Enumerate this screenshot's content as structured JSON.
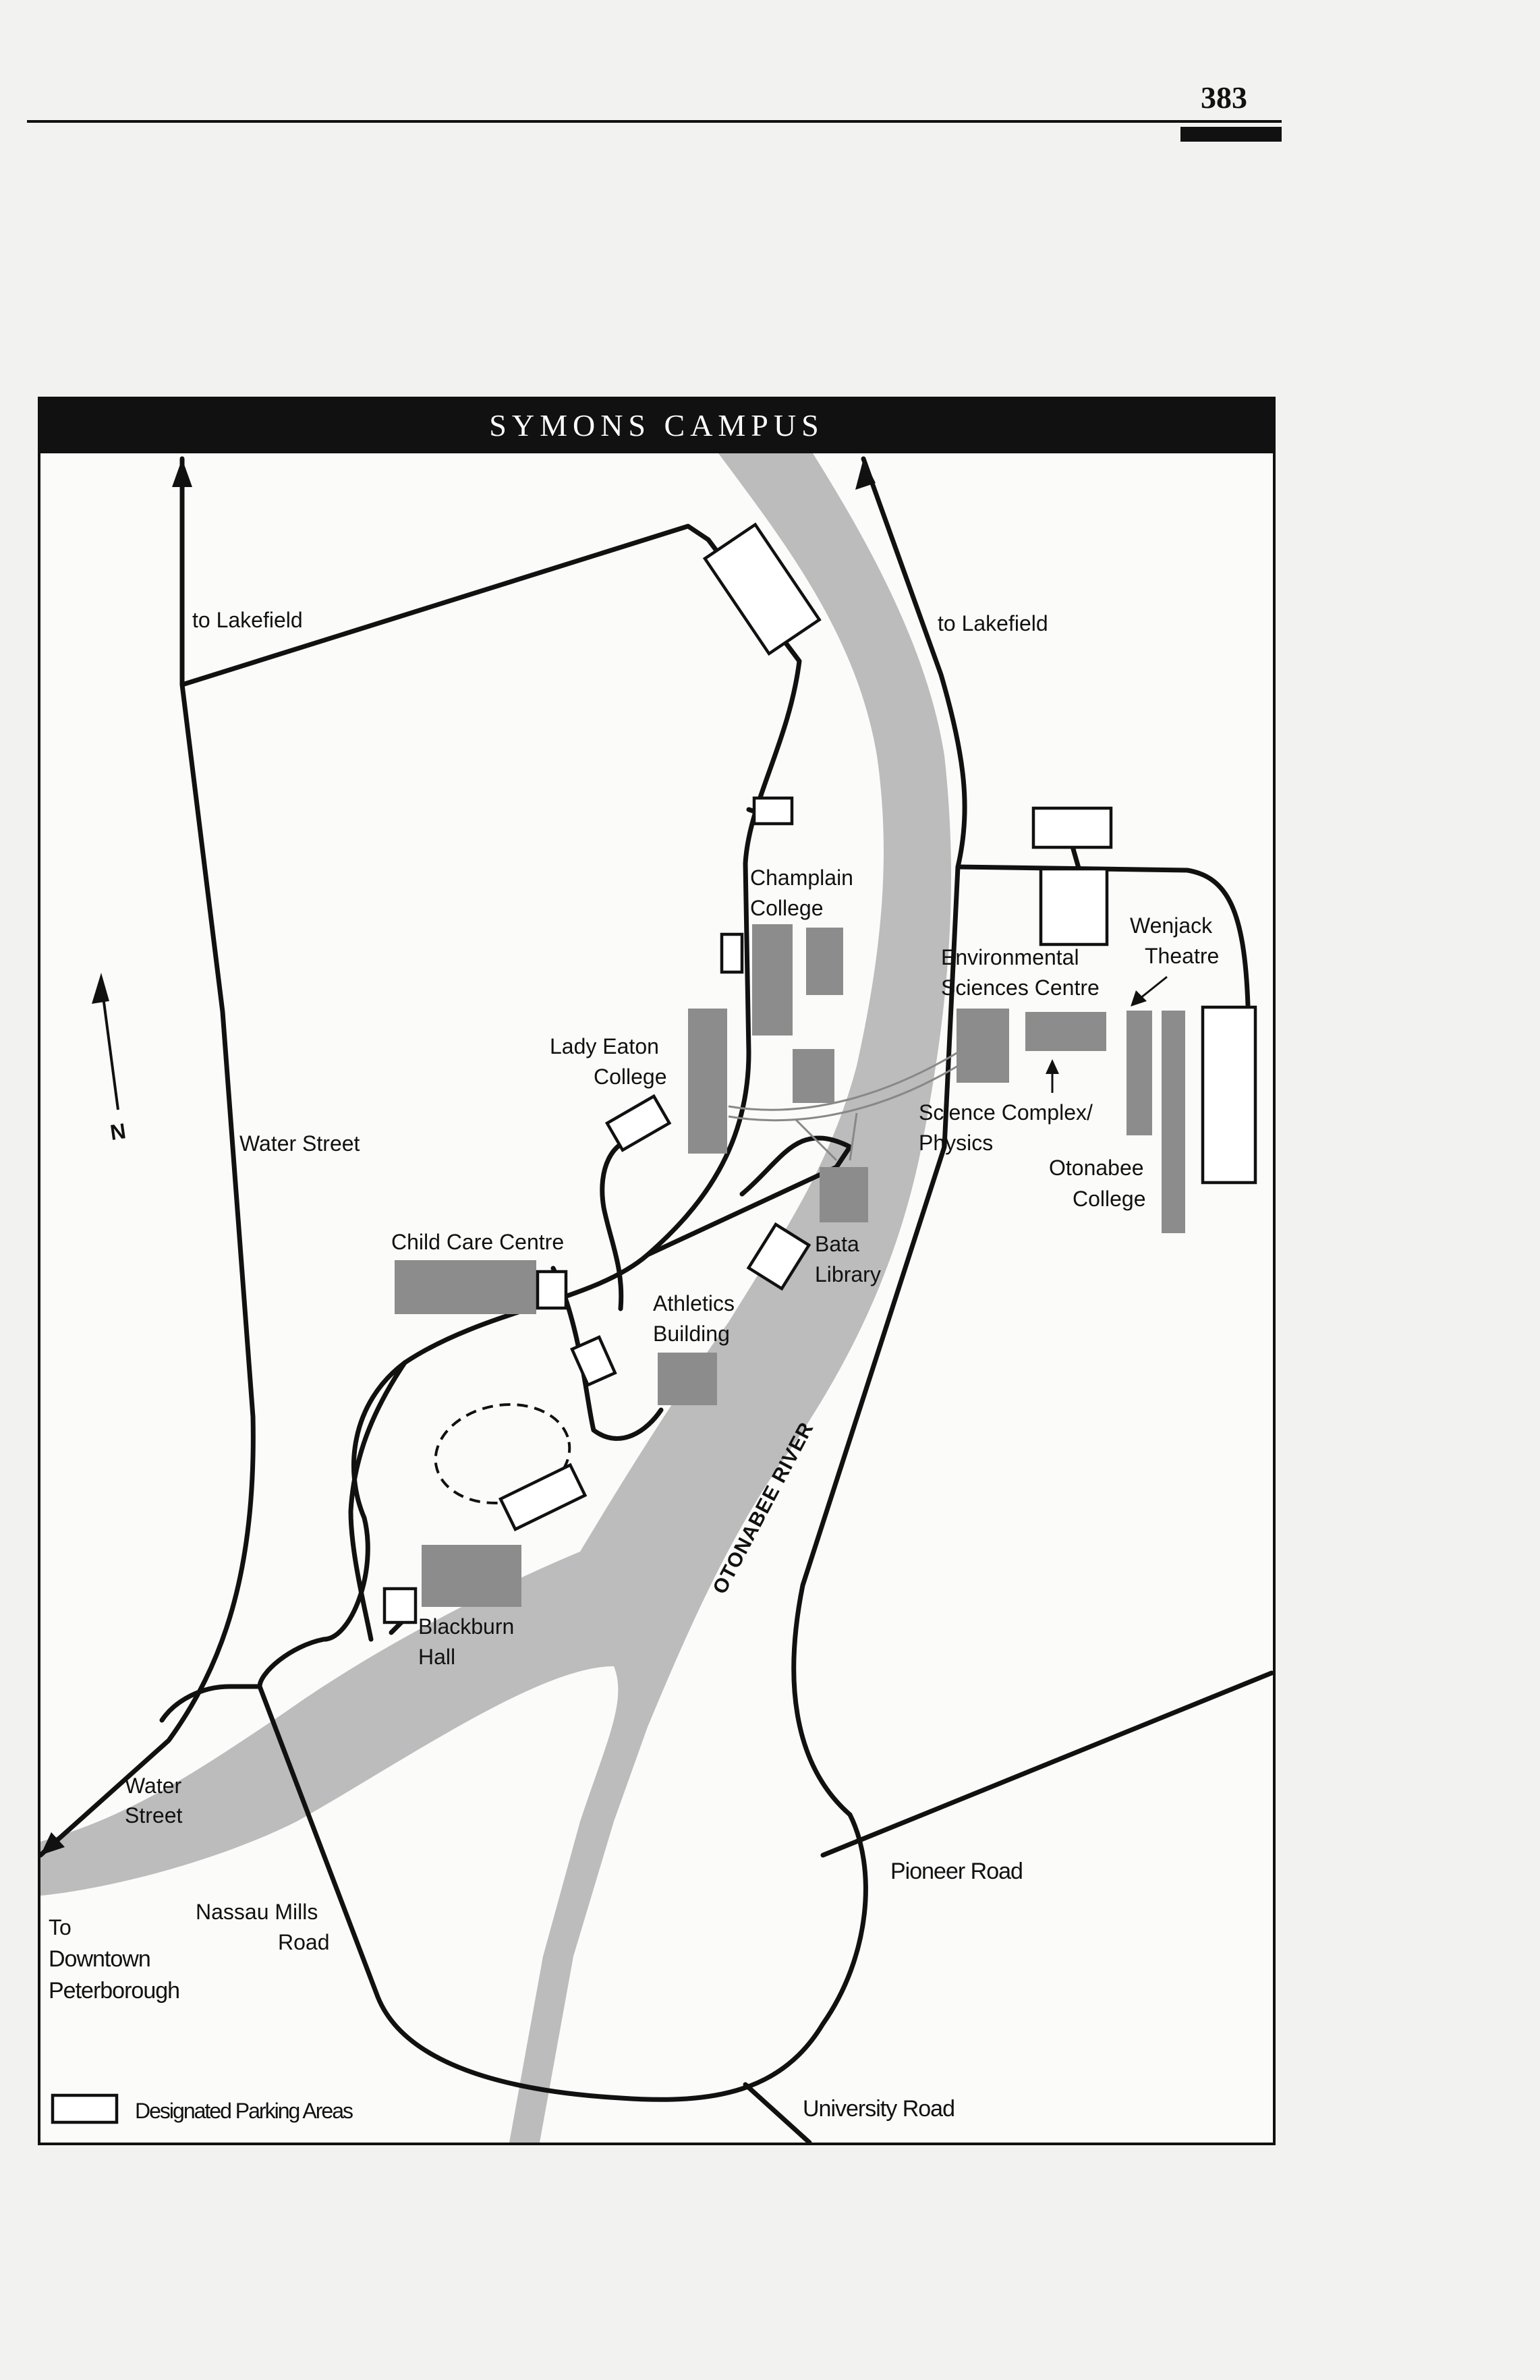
{
  "page": {
    "number": "383"
  },
  "map": {
    "title": "SYMONS CAMPUS",
    "river": "OTONABEE RIVER",
    "north": "N",
    "roads": {
      "to_lakefield_west": "to Lakefield",
      "to_lakefield_east": "to Lakefield",
      "water_street_north": "Water Street",
      "water_street_south_1": "Water",
      "water_street_south_2": "Street",
      "nassau_1": "Nassau Mills",
      "nassau_2": "Road",
      "to_downtown_1": "To",
      "to_downtown_2": "Downtown",
      "to_downtown_3": "Peterborough",
      "pioneer": "Pioneer Road",
      "university": "University Road"
    },
    "buildings": {
      "champlain_1": "Champlain",
      "champlain_2": "College",
      "lady_eaton_1": "Lady Eaton",
      "lady_eaton_2": "College",
      "env_1": "Environmental",
      "env_2": "Sciences Centre",
      "wenjack_1": "Wenjack",
      "wenjack_2": "Theatre",
      "science_1": "Science Complex/",
      "science_2": "Physics",
      "otonabee_1": "Otonabee",
      "otonabee_2": "College",
      "bata_1": "Bata",
      "bata_2": "Library",
      "child_care": "Child Care Centre",
      "athletics_1": "Athletics",
      "athletics_2": "Building",
      "blackburn_1": "Blackburn",
      "blackburn_2": "Hall"
    },
    "legend": {
      "parking": "Designated Parking Areas"
    }
  }
}
